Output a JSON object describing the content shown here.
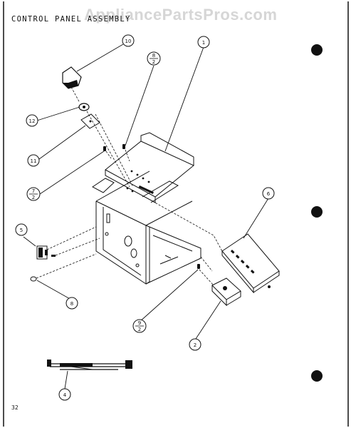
{
  "title": "CONTROL PANEL ASSEMBLY",
  "watermark": "AppliancePartsPros.com",
  "page_number": "32",
  "callouts": [
    {
      "id": "c1",
      "label": "1"
    },
    {
      "id": "c2",
      "label": "2"
    },
    {
      "id": "c4",
      "label": "4"
    },
    {
      "id": "c5",
      "label": "5"
    },
    {
      "id": "c6",
      "label": "6"
    },
    {
      "id": "c8",
      "label": "8"
    },
    {
      "id": "c10",
      "label": "10"
    },
    {
      "id": "c11",
      "label": "11"
    },
    {
      "id": "c12",
      "label": "12"
    }
  ],
  "fraction_callouts": [
    {
      "id": "f1",
      "num": "8",
      "den": "2"
    },
    {
      "id": "f2",
      "num": "7",
      "den": "2"
    },
    {
      "id": "f3",
      "num": "9",
      "den": "2"
    }
  ],
  "colors": {
    "ink": "#111111",
    "paper": "#ffffff",
    "watermark": "#d6d6d6"
  }
}
